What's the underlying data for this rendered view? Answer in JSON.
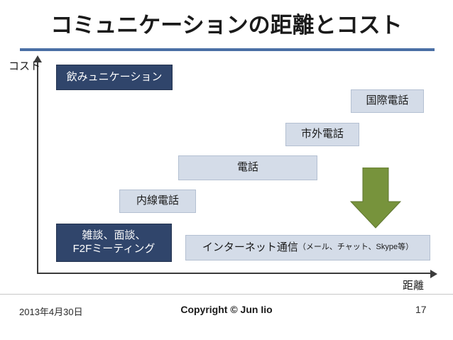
{
  "slide": {
    "title": "コミュニケーションの距離とコスト",
    "axes": {
      "y_label": "コスト",
      "x_label": "距離"
    },
    "boxes": {
      "nominication": "飲みュニケーション",
      "international_call": "国際電話",
      "long_distance_call": "市外電話",
      "telephone": "電話",
      "extension_call": "内線電話",
      "face_to_face": "雑談、面談、\nF2Fミーティング",
      "internet_main": "インターネット通信",
      "internet_note": "（メール、チャット、Skype等）"
    },
    "colors": {
      "title_rule": "#4a6fa5",
      "box_dark": "#30456b",
      "box_light": "#d4dce8",
      "arrow_green": "#77933c",
      "axis": "#3b3b3b"
    },
    "footer": {
      "date": "2013年4月30日",
      "copyright": "Copyright © Jun Iio",
      "page_number": "17"
    }
  }
}
